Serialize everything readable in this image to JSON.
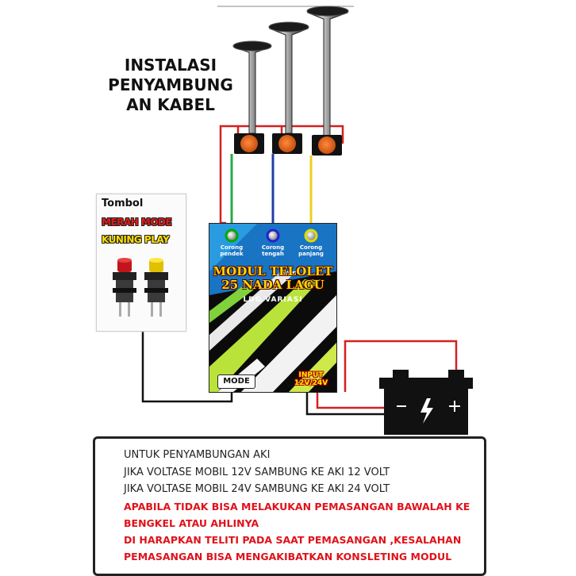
{
  "title": {
    "lines": [
      "INSTALASI",
      "PENYAMBUNG",
      "AN KABEL"
    ]
  },
  "tombol": {
    "title": "Tombol",
    "merah_mode": "MERAH MODE",
    "kuning_play": "KUNING PLAY"
  },
  "module": {
    "corong_pendek": [
      "Corong",
      "pendek"
    ],
    "corong_tengah": [
      "Corong",
      "tengah"
    ],
    "corong_panjang": [
      "Corong",
      "panjang"
    ],
    "title_line1": "MODUL TELOLET",
    "title_line2": "25 NADA LAGU",
    "subtitle": "LDG VARIASI",
    "mode_label": "MODE",
    "input_line1": "INPUT",
    "input_line2": "12V/24V"
  },
  "notes": {
    "line1": "UNTUK PENYAMBUNGAN AKI",
    "line2": "JIKA VOLTASE MOBIL 12V SAMBUNG KE AKI 12 VOLT",
    "line3": "JIKA VOLTASE MOBIL 24V SAMBUNG KE AKI 24 VOLT",
    "line4": "APABILA TIDAK BISA MELAKUKAN PEMASANGAN BAWALAH KE",
    "line5": "BENGKEL ATAU AHLINYA",
    "line6": "DI HARAPKAN TELITI PADA SAAT PEMASANGAN ,KESALAHAN",
    "line7": "PEMASANGAN BISA MENGAKIBATKAN KONSLETING MODUL"
  },
  "colors": {
    "wire_red": "#d42020",
    "wire_green": "#2aa84a",
    "wire_blue": "#1f3fa8",
    "wire_yellow": "#e8d020",
    "wire_black": "#111111",
    "horn_cap": "#e8621c",
    "warning_text": "#e0121b"
  }
}
